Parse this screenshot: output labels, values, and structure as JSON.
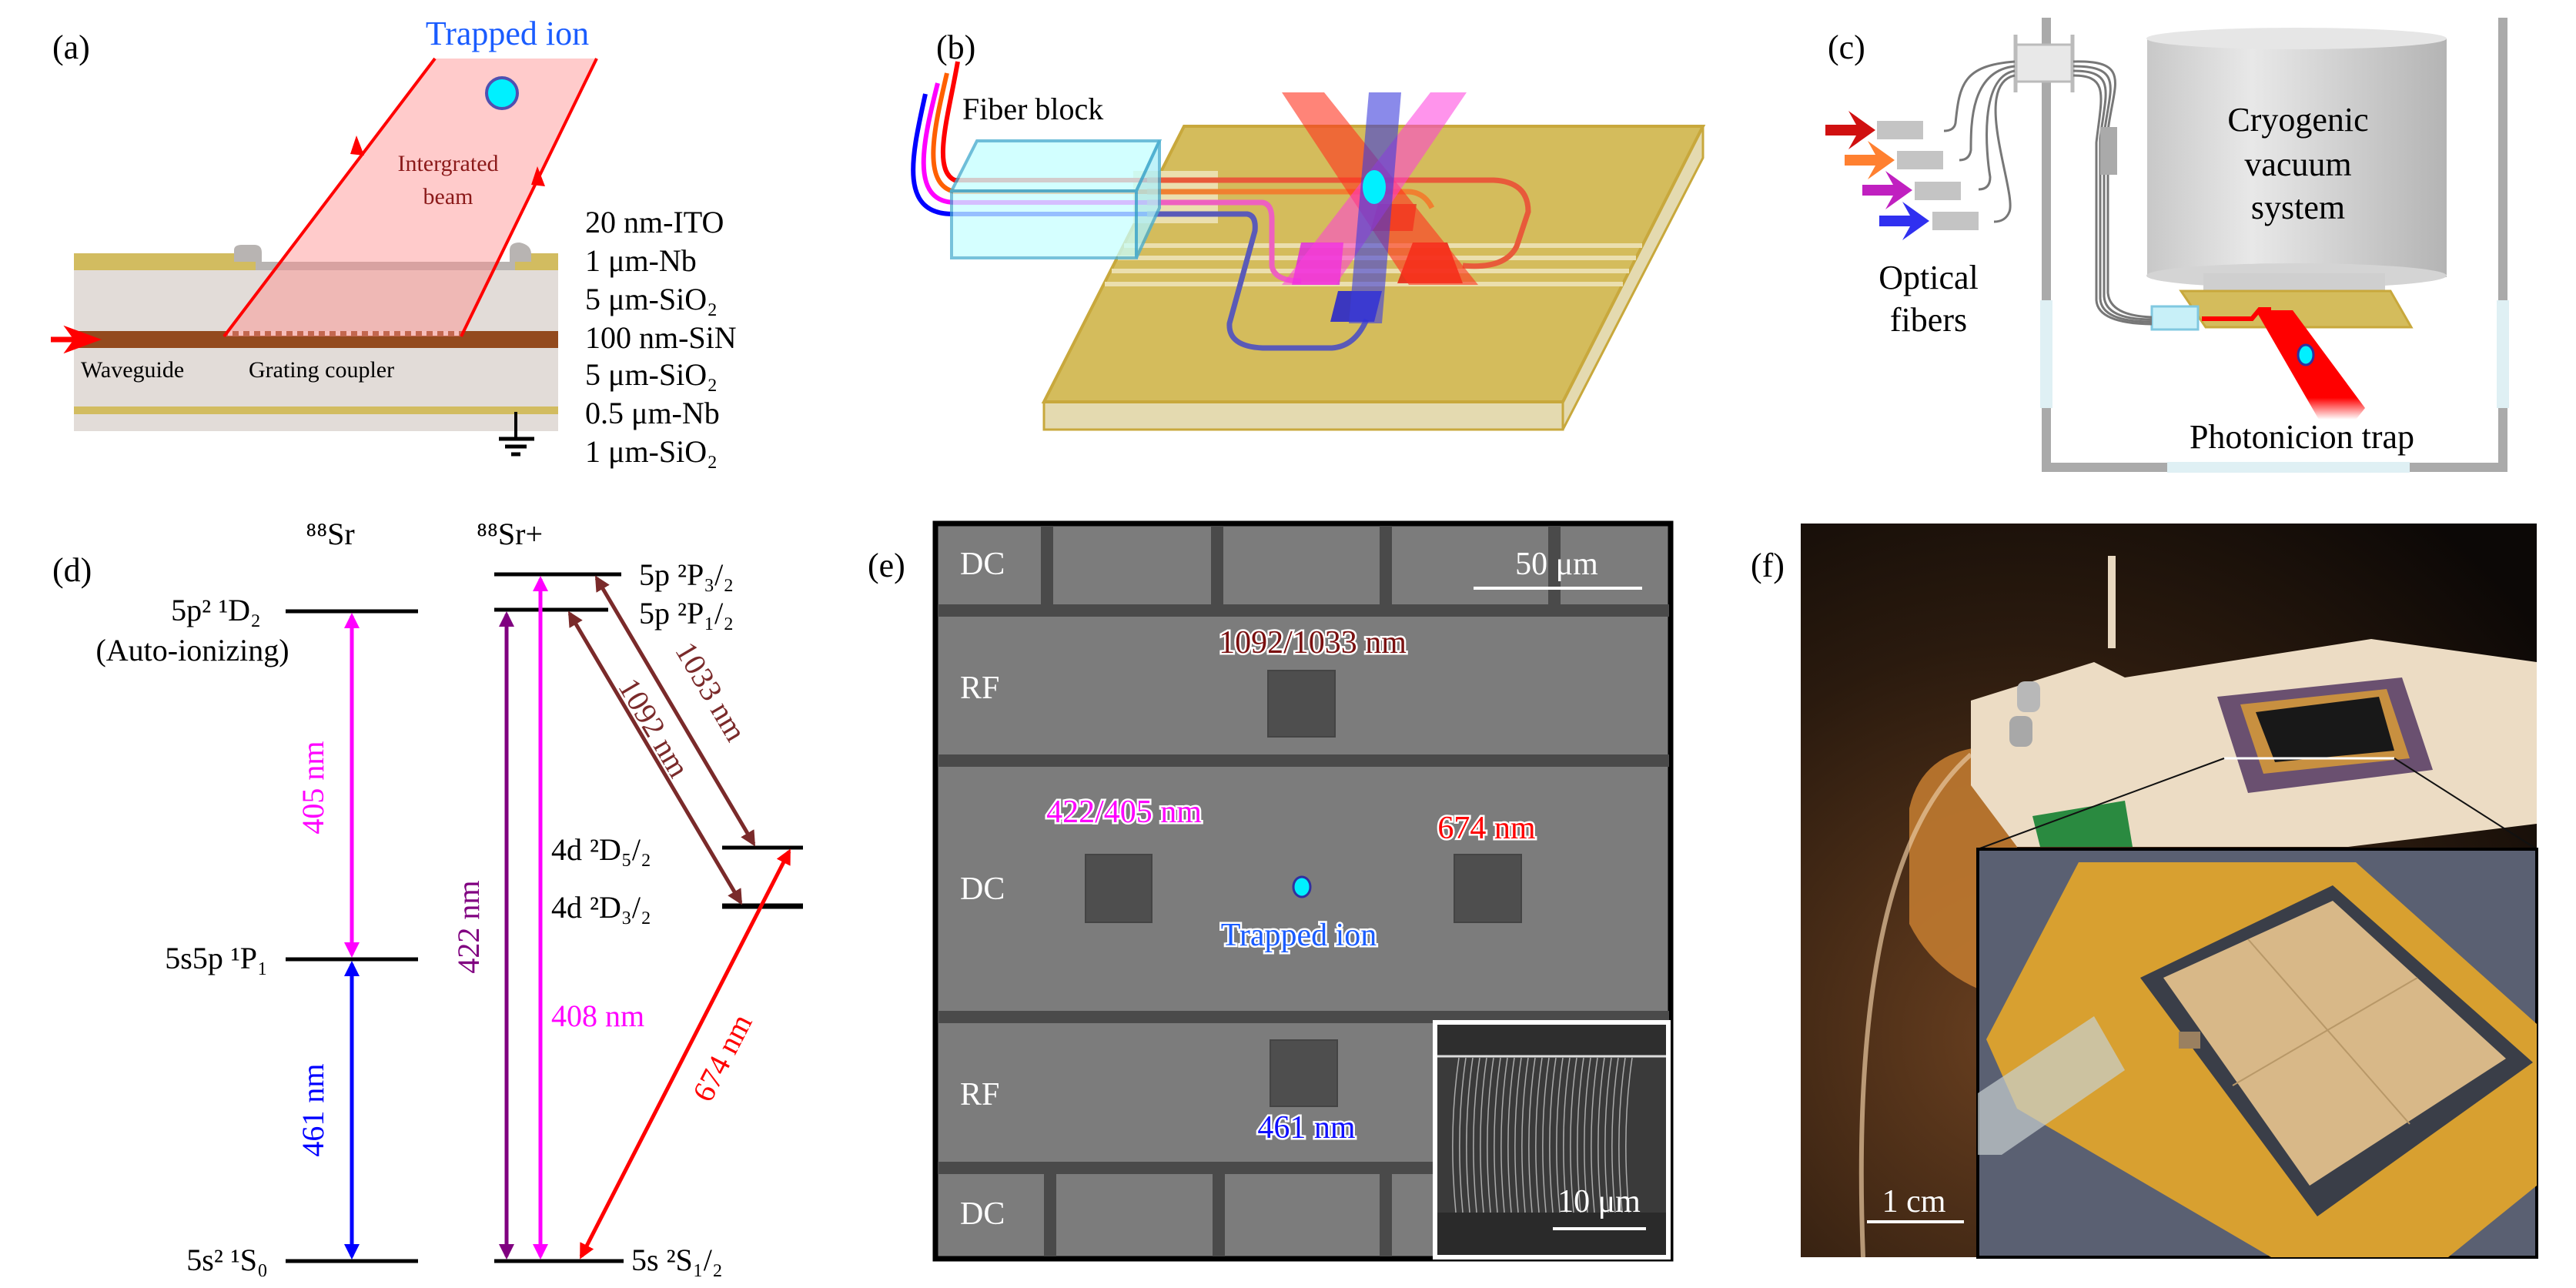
{
  "colors": {
    "ion": "#00f0ff",
    "beam_red": "#ff0000",
    "magenta": "#ff00ff",
    "blue": "#0000ff",
    "purple": "#800080",
    "brown": "#7a2a2a",
    "gold": "#d4bc5c",
    "sin": "#934a1e",
    "trapped_ion_text": "#1a5cff"
  },
  "panel_a": {
    "label": "(a)",
    "trapped_ion": "Trapped ion",
    "beam_line1": "Intergrated",
    "beam_line2": "beam",
    "waveguide": "Waveguide",
    "grating": "Grating coupler",
    "layers": [
      "20 nm-ITO",
      "1 μm-Nb",
      "5 μm-SiO₂",
      "100 nm-SiN",
      "5 μm-SiO₂",
      "0.5 μm-Nb",
      "1 μm-SiO₂"
    ]
  },
  "panel_b": {
    "label": "(b)",
    "fiber_block": "Fiber block"
  },
  "panel_c": {
    "label": "(c)",
    "chamber_line1": "Cryogenic",
    "chamber_line2": "vacuum",
    "chamber_line3": "system",
    "fibers_line1": "Optical",
    "fibers_line2": "fibers",
    "trap": "Photonicion trap"
  },
  "panel_d": {
    "label": "(d)",
    "sr_title": "⁸⁸Sr",
    "srplus_title": "⁸⁸Sr+",
    "sr_levels": {
      "d2": "5p² ¹D₂",
      "d2_note": "(Auto-ionizing)",
      "p1": "5s5p ¹P₁",
      "s0": "5s² ¹S₀"
    },
    "srplus_levels": {
      "p32": "5p ²P₃/₂",
      "p12": "5p ²P₁/₂",
      "d52": "4d ²D₅/₂",
      "d32": "4d ²D₃/₂",
      "s12": "5s ²S₁/₂"
    },
    "transitions": {
      "t405": "405 nm",
      "t461": "461 nm",
      "t422": "422 nm",
      "t408": "408 nm",
      "t1092": "1092 nm",
      "t1033": "1033 nm",
      "t674": "674 nm"
    }
  },
  "panel_e": {
    "label": "(e)",
    "electrodes": [
      "DC",
      "RF",
      "DC",
      "RF",
      "DC"
    ],
    "scale_main": "50 μm",
    "scale_inset": "10 μm",
    "beam_1092": "1092/1033 nm",
    "beam_422": "422/405 nm",
    "beam_674": "674 nm",
    "beam_461": "461 nm",
    "trapped_ion": "Trapped ion"
  },
  "panel_f": {
    "label": "(f)",
    "scale": "1 cm"
  }
}
